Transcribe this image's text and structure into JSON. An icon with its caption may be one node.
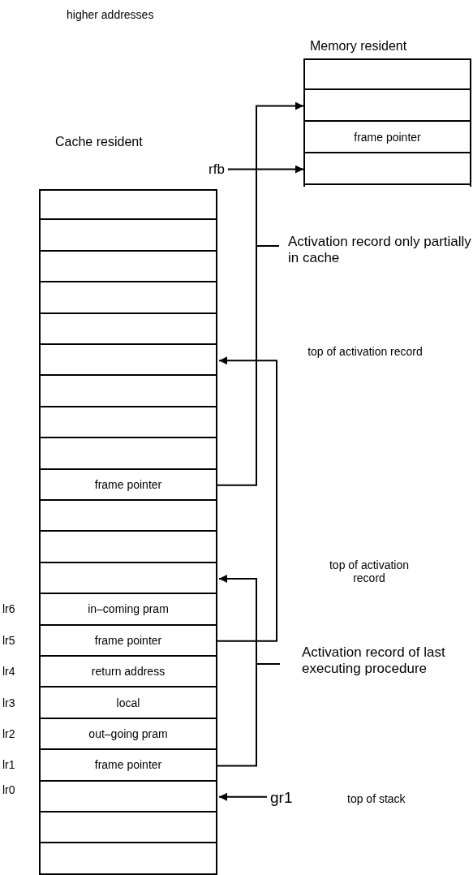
{
  "diagram": {
    "nodes": [
      {
        "text": [
          "Memory resident"
        ]
      },
      {
        "text": [],
        "shape": "box",
        "in": 0
      },
      {
        "text": [],
        "shape": "box",
        "in": 0
      },
      {
        "text": [
          "frame pointer"
        ],
        "in": 0
      },
      {
        "text": [],
        "shape": "box",
        "in": 0
      },
      {
        "text": [
          "Cache resident"
        ]
      },
      {
        "text": [],
        "shape": "box",
        "in": 5
      },
      {
        "text": [],
        "shape": "box",
        "in": 5
      },
      {
        "text": [],
        "shape": "box",
        "in": 5
      },
      {
        "text": [],
        "shape": "box",
        "in": 5
      },
      {
        "text": [],
        "shape": "box",
        "in": 5
      },
      {
        "text": [],
        "shape": "box",
        "in": 5
      },
      {
        "text": [],
        "shape": "box",
        "in": 5
      },
      {
        "text": [],
        "shape": "box",
        "in": 5
      },
      {
        "text": [],
        "shape": "box",
        "in": 5
      },
      {
        "text": [
          "frame pointer"
        ],
        "in": 5
      },
      {
        "text": [],
        "shape": "box",
        "in": 5
      },
      {
        "text": [],
        "shape": "box",
        "in": 5
      },
      {
        "text": [],
        "shape": "box",
        "in": 5
      },
      {
        "text": [
          "in–coming pram"
        ],
        "in": 5,
        "beside": [
          "lr6"
        ]
      },
      {
        "text": [
          "frame pointer"
        ],
        "in": 5,
        "beside": [
          "lr5"
        ]
      },
      {
        "text": [
          "return address"
        ],
        "in": 5,
        "beside": [
          "lr4"
        ]
      },
      {
        "text": [
          "local"
        ],
        "in": 5,
        "beside": [
          "lr3"
        ]
      },
      {
        "text": [
          "out–going pram"
        ],
        "in": 5,
        "beside": [
          "lr2"
        ]
      },
      {
        "text": [
          "frame pointer"
        ],
        "in": 5,
        "beside": [
          "lr1"
        ]
      },
      {
        "text": [],
        "shape": "box",
        "in": 5,
        "beside": [
          "lr0"
        ]
      },
      {
        "text": [],
        "shape": "box",
        "in": 5
      },
      {
        "text": [],
        "shape": "box",
        "in": 5
      },
      {
        "text": [
          "rfb"
        ]
      },
      {
        "text": [
          "gr1"
        ]
      }
    ],
    "edges": [
      {
        "from": 15,
        "to": 2,
        "arrow": "to"
      },
      {
        "from": 28,
        "to": 4,
        "arrow": "to"
      },
      {
        "from": 20,
        "to": 11,
        "arrow": "to"
      },
      {
        "from": 24,
        "to": 18,
        "arrow": "to"
      },
      {
        "from": 29,
        "to": 25,
        "arrow": "to"
      }
    ],
    "labels": [
      "higher addresses",
      "Activation record only partially in cache",
      "top of activation record",
      "top of activation record",
      "Activation record of last executing procedure",
      "top of stack"
    ]
  }
}
